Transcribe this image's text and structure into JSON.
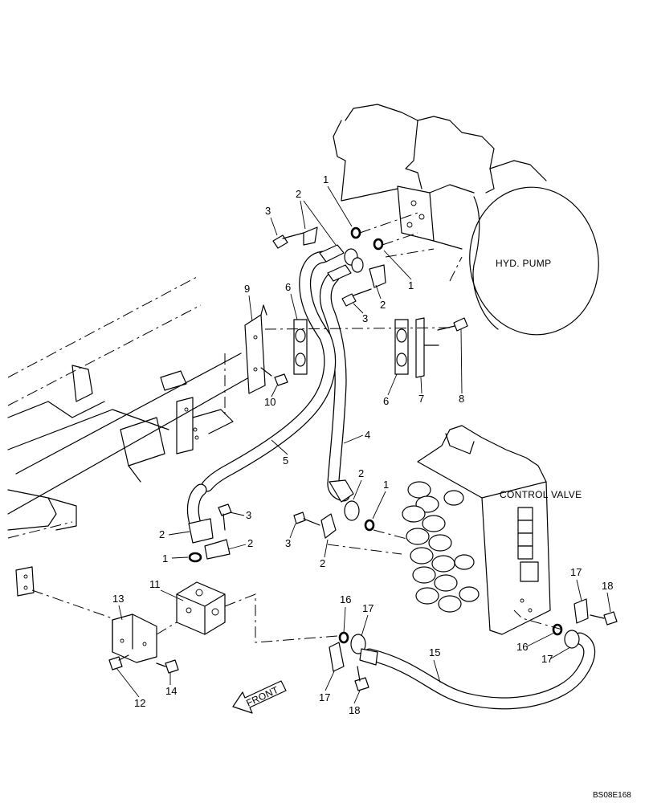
{
  "labels": {
    "hyd_pump": "HYD. PUMP",
    "control_valve": "CONTROL VALVE",
    "front": "FRONT",
    "drawing_code": "BS08E168"
  },
  "callouts": {
    "c1_a": "1",
    "c1_b": "1",
    "c1_c": "1",
    "c1_d": "1",
    "c2_a": "2",
    "c2_b": "2",
    "c2_c": "2",
    "c2_d": "2",
    "c2_e": "2",
    "c2_f": "2",
    "c3_a": "3",
    "c3_b": "3",
    "c3_c": "3",
    "c3_d": "3",
    "c4": "4",
    "c5": "5",
    "c6_a": "6",
    "c6_b": "6",
    "c7": "7",
    "c8": "8",
    "c9": "9",
    "c10": "10",
    "c11": "11",
    "c12": "12",
    "c13": "13",
    "c14": "14",
    "c15": "15",
    "c16_a": "16",
    "c16_b": "16",
    "c17_a": "17",
    "c17_b": "17",
    "c17_c": "17",
    "c17_d": "17",
    "c18_a": "18",
    "c18_b": "18"
  }
}
